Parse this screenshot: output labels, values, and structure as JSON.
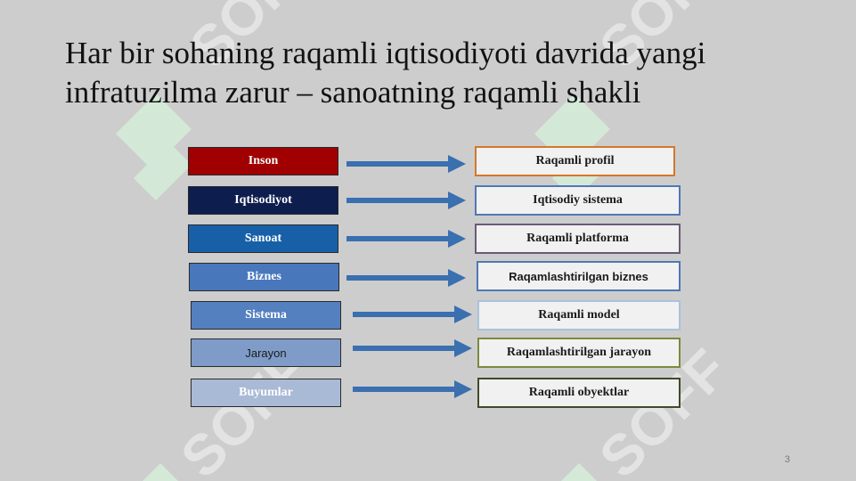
{
  "slide": {
    "title": "Har bir sohaning raqamli iqtisodiyoti davrida yangi infratuzilma zarur – sanoatning raqamli shakli",
    "page_number": "3"
  },
  "watermark": {
    "text": "SOFF",
    "color": "#d8f0de"
  },
  "diagram": {
    "arrow_color": "#3a6fb0",
    "rows": [
      {
        "left": "Inson",
        "left_color": "#a00000",
        "right": "Raqamli profil",
        "right_border": "#d2782a"
      },
      {
        "left": "Iqtisodiyot",
        "left_color": "#0d1d4e",
        "right": "Iqtisodiy sistema",
        "right_border": "#4f78b4"
      },
      {
        "left": "Sanoat",
        "left_color": "#1760a8",
        "right": "Raqamli platforma",
        "right_border": "#6a5a78"
      },
      {
        "left": "Biznes",
        "left_color": "#4877bb",
        "right": "Raqamlashtirilgan biznes",
        "right_border": "#4f78b4"
      },
      {
        "left": "Sistema",
        "left_color": "#5480c0",
        "right": "Raqamli model",
        "right_border": "#a8c3dc"
      },
      {
        "left": "Jarayon",
        "left_color": "#7f9cc9",
        "right": "Raqamlashtirilgan jarayon",
        "right_border": "#7a8a3e"
      },
      {
        "left": "Buyumlar",
        "left_color": "#a9bad6",
        "right": "Raqamli obyektlar",
        "right_border": "#3e4a2a"
      }
    ]
  }
}
